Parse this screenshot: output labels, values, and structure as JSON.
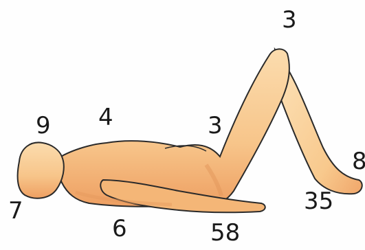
{
  "labels": {
    "head_top": "9",
    "chest": "4",
    "hip": "3",
    "knee": "3",
    "foot": "8",
    "head_bottom": "7",
    "elbow": "6",
    "hand": "58",
    "heel": "35"
  },
  "colors": {
    "skin_light": "#fbd9a6",
    "skin_mid": "#f6c07e",
    "skin_dark": "#ea9a5c",
    "outline": "#2a2a2a",
    "label": "#1a1a1a"
  }
}
